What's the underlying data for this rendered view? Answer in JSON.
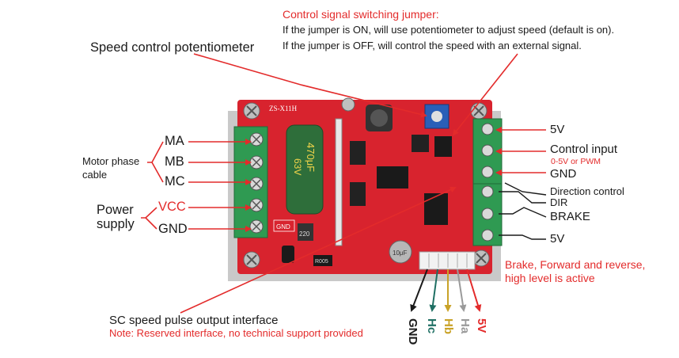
{
  "jumper": {
    "title": "Control signal switching jumper:",
    "line1": "If the jumper is ON, will use potentiometer to adjust speed (default is on).",
    "line2": "If  the jumper is OFF, will control the speed with an external signal."
  },
  "potentiometer_label": "Speed control potentiometer",
  "left": {
    "ma": "MA",
    "mb": "MB",
    "mc": "MC",
    "motor_phase_line1": "Motor phase",
    "motor_phase_line2": "cable",
    "vcc": "VCC",
    "gnd": "GND",
    "power_line1": "Power",
    "power_line2": "supply"
  },
  "right": {
    "v5_top": "5V",
    "control_input": "Control input",
    "control_input_note": "0-5V or PWM",
    "gnd": "GND",
    "direction_control": "Direction control",
    "dir": "DIR",
    "brake": "BRAKE",
    "v5_bottom": "5V",
    "brake_note_line1": "Brake, Forward and reverse,",
    "brake_note_line2": "high level is active"
  },
  "bottom": {
    "sc_label": "SC speed pulse output interface",
    "sc_note": "Note: Reserved interface, no technical support provided",
    "pins": [
      "GND",
      "Hc",
      "Hb",
      "Ha",
      "5V"
    ]
  },
  "board": {
    "model": "ZS-X11H",
    "capacitor_line1": "470μF",
    "capacitor_line2": "63V",
    "gnd_silk": "GND",
    "inductor_text": "220",
    "resistor_text": "R005",
    "small_cap_text": "10μF"
  },
  "colors": {
    "board_red": "#d8232e",
    "terminal_green": "#2f9a52",
    "capacitor_green": "#2e6e3a",
    "label_red": "#e32b2b",
    "hc_green": "#1f6f63",
    "hb_gold": "#c9a227",
    "ha_gray": "#9a9a9a"
  }
}
